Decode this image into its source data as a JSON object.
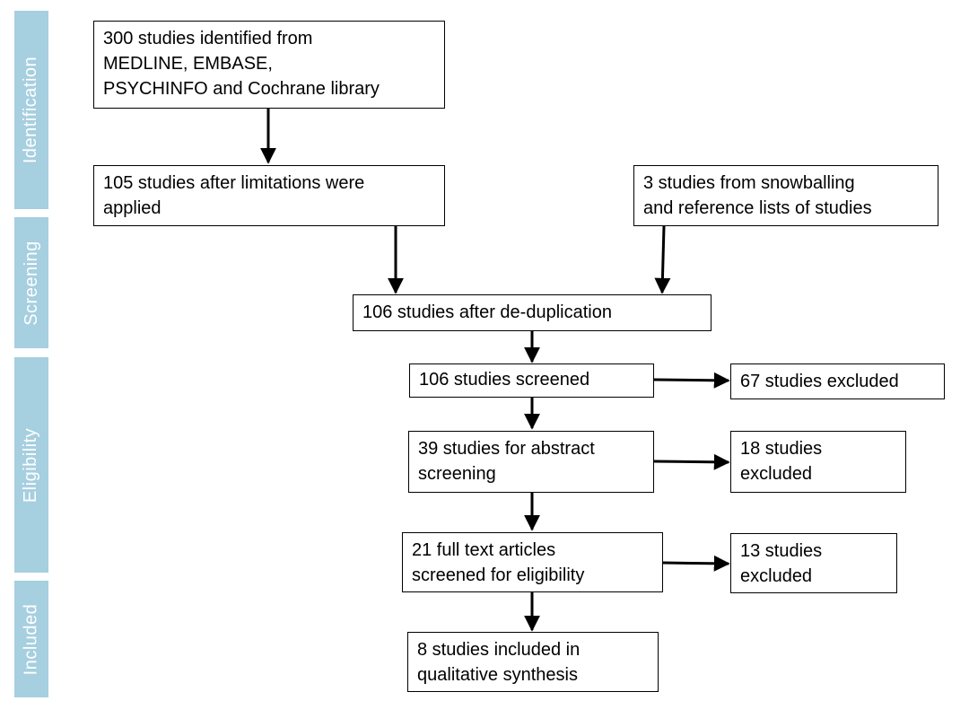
{
  "colors": {
    "stage_bar": "#a6cfe0",
    "stage_text": "#ffffff",
    "box_border": "#000000",
    "arrow": "#000000"
  },
  "stages": {
    "identification": "Identification",
    "screening": "Screening",
    "eligibility": "Eligibility",
    "included": "Included"
  },
  "boxes": {
    "identified": [
      "300 studies identified from",
      "MEDLINE, EMBASE,",
      "PSYCHINFO  and Cochrane library"
    ],
    "limitations": [
      "105 studies after limitations were",
      "applied"
    ],
    "snowballing": [
      "3 studies from snowballing",
      "and reference lists of studies"
    ],
    "dedup": [
      "106 studies after de-duplication"
    ],
    "screened": [
      "106 studies screened"
    ],
    "excluded_screened": [
      "67 studies excluded"
    ],
    "abstract": [
      "39 studies for abstract",
      "screening"
    ],
    "excluded_abstract": [
      "18 studies",
      "excluded"
    ],
    "fulltext": [
      "21 full text articles",
      "screened for eligibility"
    ],
    "excluded_fulltext": [
      "13 studies",
      "excluded"
    ],
    "included": [
      "8 studies included  in",
      "qualitative synthesis"
    ]
  }
}
